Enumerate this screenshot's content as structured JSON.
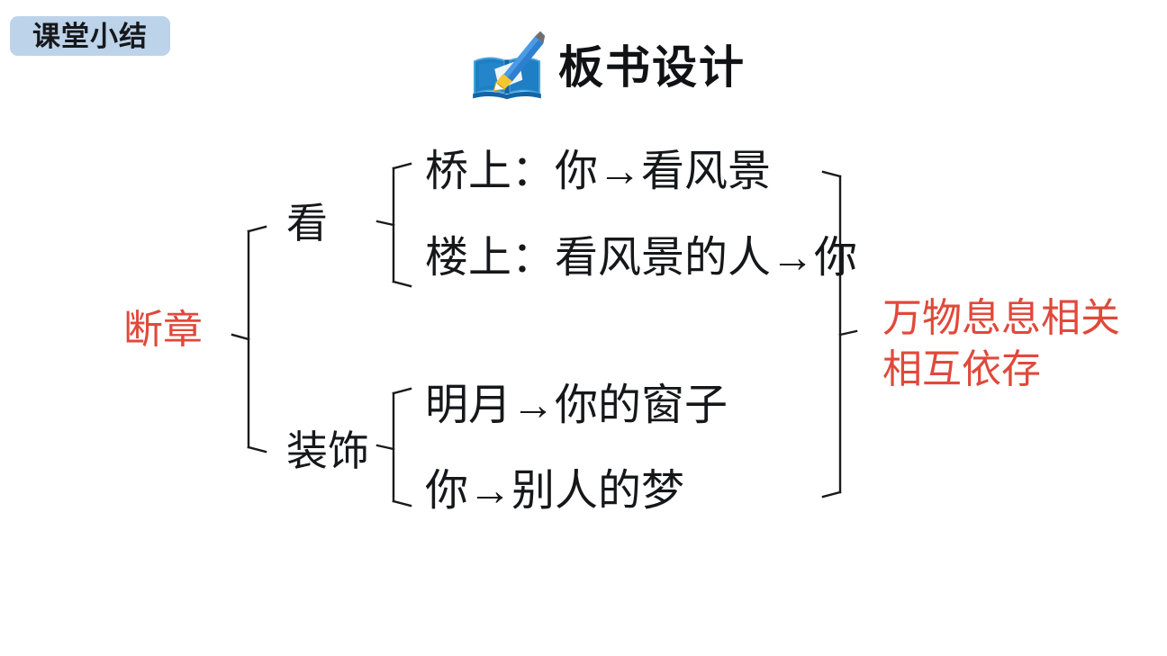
{
  "badge": {
    "label": "课堂小结"
  },
  "header": {
    "title": "板书设计",
    "icon": "book-pen-icon"
  },
  "colors": {
    "badge_bg": "#bcd3ea",
    "text_dark": "#15171a",
    "accent_red": "#e0493b",
    "brace_stroke": "#1a1a1a",
    "book_blue": "#1f7fc4",
    "book_blue_dark": "#1464a5",
    "pen_blue": "#2f7fd0",
    "pen_nib_gold": "#f2c733"
  },
  "chart_data": {
    "type": "diagram",
    "title": "板书设计",
    "layout": "bracket-tree",
    "root": "断章",
    "branches": [
      {
        "label": "看",
        "leaves": [
          "桥上：你→看风景",
          "楼上：看风景的人→你"
        ]
      },
      {
        "label": "装饰",
        "leaves": [
          "明月→你的窗子",
          "你→别人的梦"
        ]
      }
    ],
    "conclusion": [
      "万物息息相关",
      "相互依存"
    ]
  },
  "diagram": {
    "root_label": "断章",
    "branch_kan_label": "看",
    "branch_zhuangshi_label": "装饰",
    "leaf_qiaoshang": "桥上：你→看风景",
    "leaf_loushang": "楼上：看风景的人→你",
    "leaf_mingyue": "明月→你的窗子",
    "leaf_nibieren": "你→别人的梦",
    "conclusion_line1": "万物息息相关",
    "conclusion_line2": "相互依存"
  }
}
